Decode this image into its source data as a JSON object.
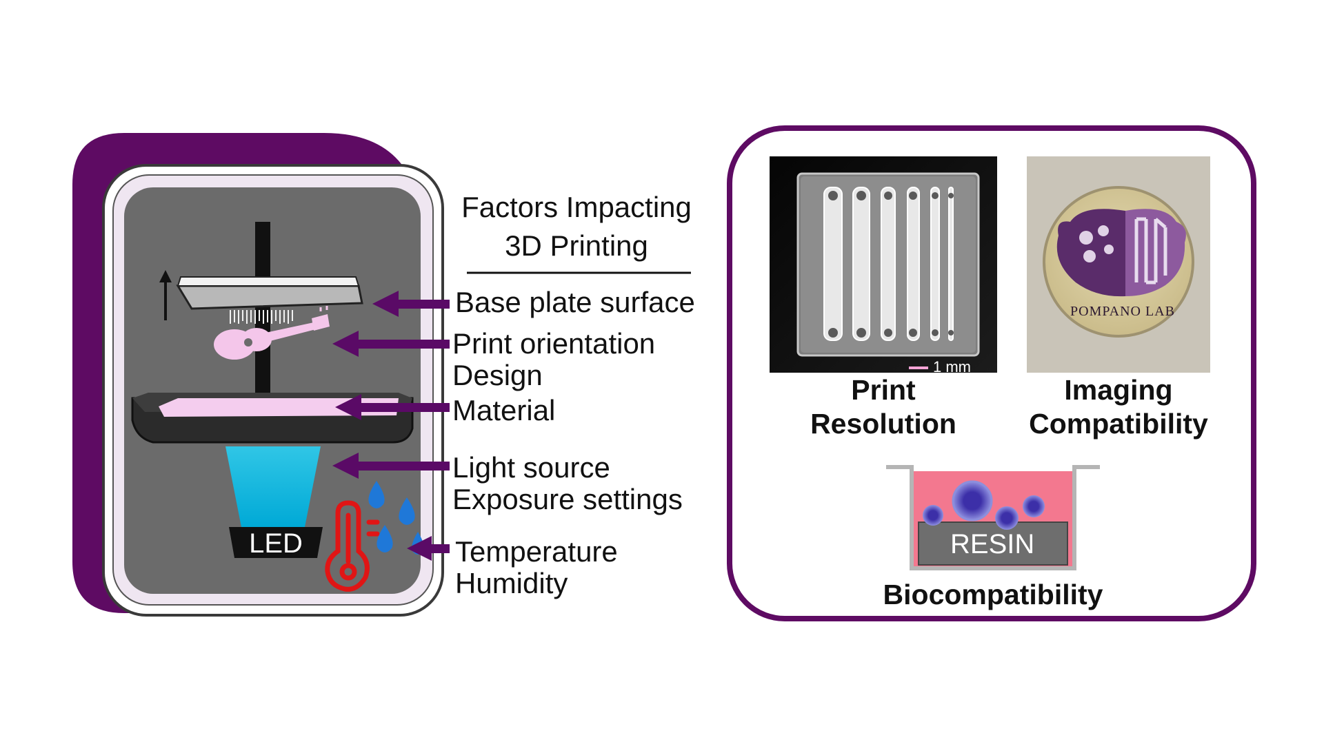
{
  "heading": {
    "line1": "Factors Impacting",
    "line2": "3D Printing"
  },
  "factors": [
    {
      "line1": "Base plate surface",
      "line2": ""
    },
    {
      "line1": "Print orientation",
      "line2": "Design"
    },
    {
      "line1": "Material",
      "line2": ""
    },
    {
      "line1": "Light source",
      "line2": "Exposure settings"
    },
    {
      "line1": "Temperature",
      "line2": "Humidity"
    }
  ],
  "printer": {
    "led_label": "LED"
  },
  "panels": {
    "print_resolution": {
      "line1": "Print",
      "line2": "Resolution",
      "scale_bar": "1 mm"
    },
    "imaging": {
      "line1": "Imaging",
      "line2": "Compatibility",
      "chip_text": "POMPANO LAB"
    },
    "biocompat": {
      "label": "Biocompatibility",
      "resin": "RESIN"
    }
  },
  "colors": {
    "purple": "#5e0b63",
    "arrow_purple": "#5a0a66",
    "screen_gray": "#6b6b6b",
    "led_blue": "#00bfdc",
    "thermo_red": "#e01515",
    "drop_blue": "#1f78d8",
    "media_pink": "#f3788f",
    "resin_gray": "#6e6e6e",
    "cell_purple": "#7a7ad8",
    "guitar_pink": "#f4c6ea"
  }
}
